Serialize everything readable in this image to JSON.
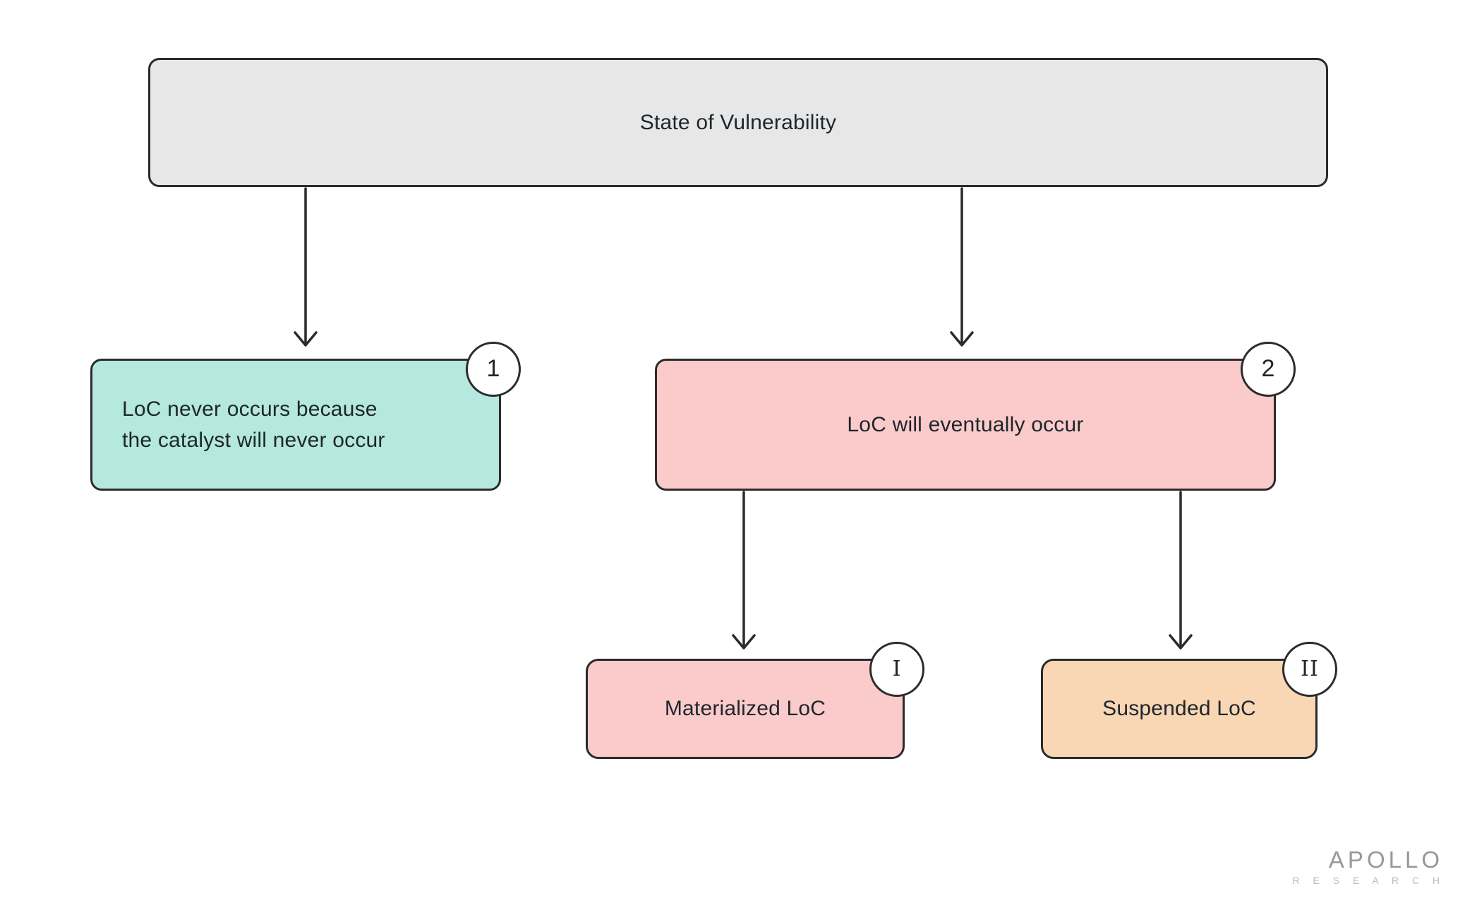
{
  "diagram": {
    "root": {
      "label": "State of Vulnerability"
    },
    "nodes": {
      "never_occurs": {
        "badge": "1",
        "label_lines": [
          "LoC never occurs because",
          "the catalyst will never occur"
        ],
        "fill": "#b5e8de"
      },
      "eventually_occurs": {
        "badge": "2",
        "label": "LoC will eventually occur",
        "fill": "#fbcaca"
      },
      "materialized": {
        "badge": "I",
        "label": "Materialized LoC",
        "fill": "#fbcaca"
      },
      "suspended": {
        "badge": "II",
        "label": "Suspended LoC",
        "fill": "#f9d6b4"
      }
    },
    "edges": [
      {
        "from": "root",
        "to": "never_occurs"
      },
      {
        "from": "root",
        "to": "eventually_occurs"
      },
      {
        "from": "eventually_occurs",
        "to": "materialized"
      },
      {
        "from": "eventually_occurs",
        "to": "suspended"
      }
    ]
  },
  "logo": {
    "name": "APOLLO",
    "subtitle": "R E S E A R C H"
  },
  "colors": {
    "background": "#ffffff",
    "root_fill": "#e7e7e7",
    "stroke": "#2b2b2b",
    "text": "#1d262b",
    "badge_fill": "#ffffff",
    "logo_primary": "#98979d",
    "logo_secondary": "#bcbbc1"
  }
}
